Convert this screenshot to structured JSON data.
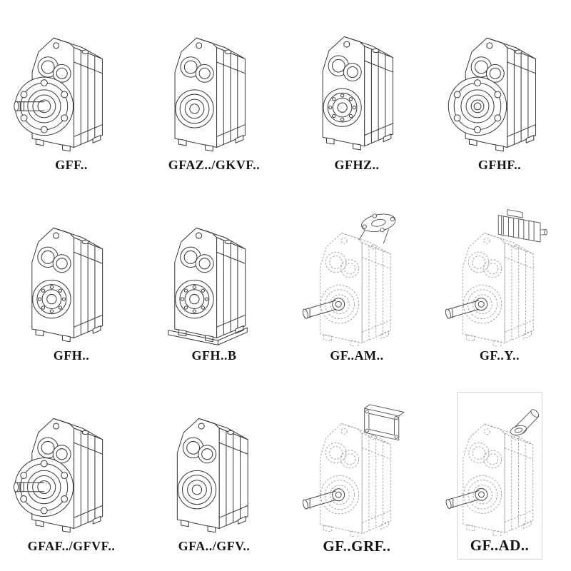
{
  "page": {
    "background_color": "#ffffff",
    "grid": {
      "columns": 4,
      "rows": 3
    }
  },
  "catalog": {
    "items": [
      {
        "label": "GFF..",
        "drawing": "gear-reducer-output-flange-with-shaft"
      },
      {
        "label": "GFAZ../GKVF..",
        "drawing": "gear-reducer-hollow-output-front"
      },
      {
        "label": "GFHZ..",
        "drawing": "gear-reducer-hollow-output-front"
      },
      {
        "label": "GFHF..",
        "drawing": "gear-reducer-output-flange-hollow"
      },
      {
        "label": "GFH..",
        "drawing": "gear-reducer-hollow-shaft-bearing"
      },
      {
        "label": "GFH..B",
        "drawing": "gear-reducer-hollow-shaft-bearing-base"
      },
      {
        "label": "GF..AM..",
        "drawing": "gear-reducer-phantom-motor-flange-adapter"
      },
      {
        "label": "GF..Y..",
        "drawing": "gear-reducer-phantom-with-motor"
      },
      {
        "label": "GFAF../GFVF..",
        "drawing": "gear-reducer-output-flange-with-shaft"
      },
      {
        "label": "GFA../GFV..",
        "drawing": "gear-reducer-hollow-output-front"
      },
      {
        "label": "GF..GRF..",
        "drawing": "gear-reducer-phantom-gear-adapter"
      },
      {
        "label": "GF..AD..",
        "drawing": "gear-reducer-phantom-input-adapter"
      }
    ]
  }
}
